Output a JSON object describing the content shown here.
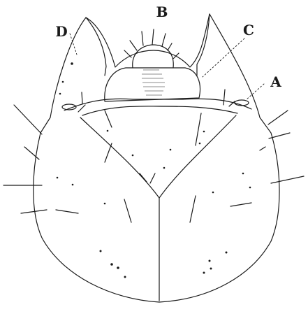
{
  "figure": {
    "labels": {
      "a": "A",
      "b": "B",
      "c": "C",
      "d": "D"
    },
    "colors": {
      "ink": "#1a1a1a",
      "paper": "#ffffff"
    }
  }
}
